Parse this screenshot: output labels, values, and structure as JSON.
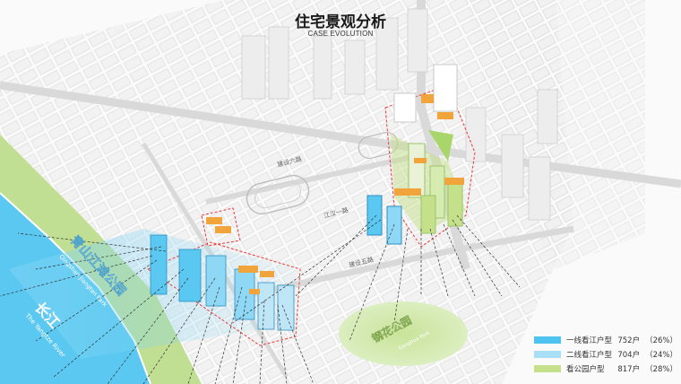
{
  "title": "住宅景观分析",
  "subtitle": "CASE EVOLUTION",
  "map_labels": {
    "road_1": "建设六路",
    "road_2": "江汉一路",
    "road_3": "建设五路",
    "park_cn": "青山江滩公园",
    "park_en": "Qingshan Jiangtan Park",
    "river_cn": "长江",
    "river_en": "The Yangtze River",
    "garden_cn": "钢花公园",
    "garden_en": "Ganghua Park"
  },
  "legend": [
    {
      "label": "一线看江户型",
      "count": "752户",
      "percent": "（26%）",
      "color": "#4fc3f0"
    },
    {
      "label": "二线看江户型",
      "count": "704户",
      "percent": "（24%）",
      "color": "#a8def6"
    },
    {
      "label": "看公园户型",
      "count": "817户",
      "percent": "（28%）",
      "color": "#c5e08a"
    }
  ],
  "colors": {
    "river": "#5ac8f0",
    "riverbank": "#b5d98a",
    "building_gray": "#e9e9e9",
    "building_orange": "#f2a43c",
    "line_river_view": "#4fc3f0",
    "line_park_view": "#c5e08a",
    "boundary": "#e83a3a"
  }
}
